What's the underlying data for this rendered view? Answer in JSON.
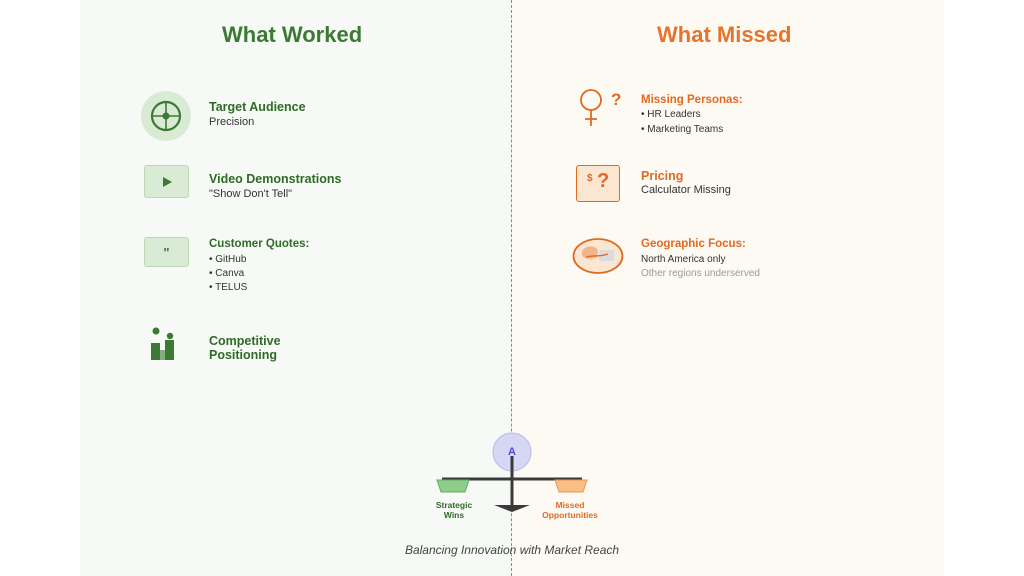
{
  "left": {
    "title": "What Worked",
    "items": [
      {
        "icon": "target-icon",
        "title": "Target Audience",
        "subtitle": "Precision"
      },
      {
        "icon": "play-icon",
        "title": "Video Demonstrations",
        "subtitle": "\"Show Don't Tell\""
      },
      {
        "icon": "quote-icon",
        "title": "Customer Quotes:",
        "bullets": [
          "• GitHub",
          "• Canva",
          "• TELUS"
        ],
        "glyph": "\""
      },
      {
        "icon": "podium-icon",
        "title_line1": "Competitive",
        "title_line2": "Positioning"
      }
    ]
  },
  "right": {
    "title": "What Missed",
    "items": [
      {
        "icon": "persona-question-icon",
        "title": "Missing Personas:",
        "bullets": [
          "• HR Leaders",
          "• Marketing Teams"
        ],
        "glyph": "?"
      },
      {
        "icon": "pricing-calculator-icon",
        "title": "Pricing",
        "subtitle": "Calculator Missing",
        "glyph_dollar": "$",
        "glyph_q": "?"
      },
      {
        "icon": "globe-icon",
        "title": "Geographic Focus:",
        "line1": "North America only",
        "line2": "Other regions underserved"
      }
    ]
  },
  "scale": {
    "left_label_1": "Strategic",
    "left_label_2": "Wins",
    "right_label_1": "Missed",
    "right_label_2": "Opportunities",
    "center_glyph": "A"
  },
  "tagline": "Balancing Innovation with Market Reach",
  "colors": {
    "green": "#3b7a32",
    "orange": "#e5752c"
  }
}
